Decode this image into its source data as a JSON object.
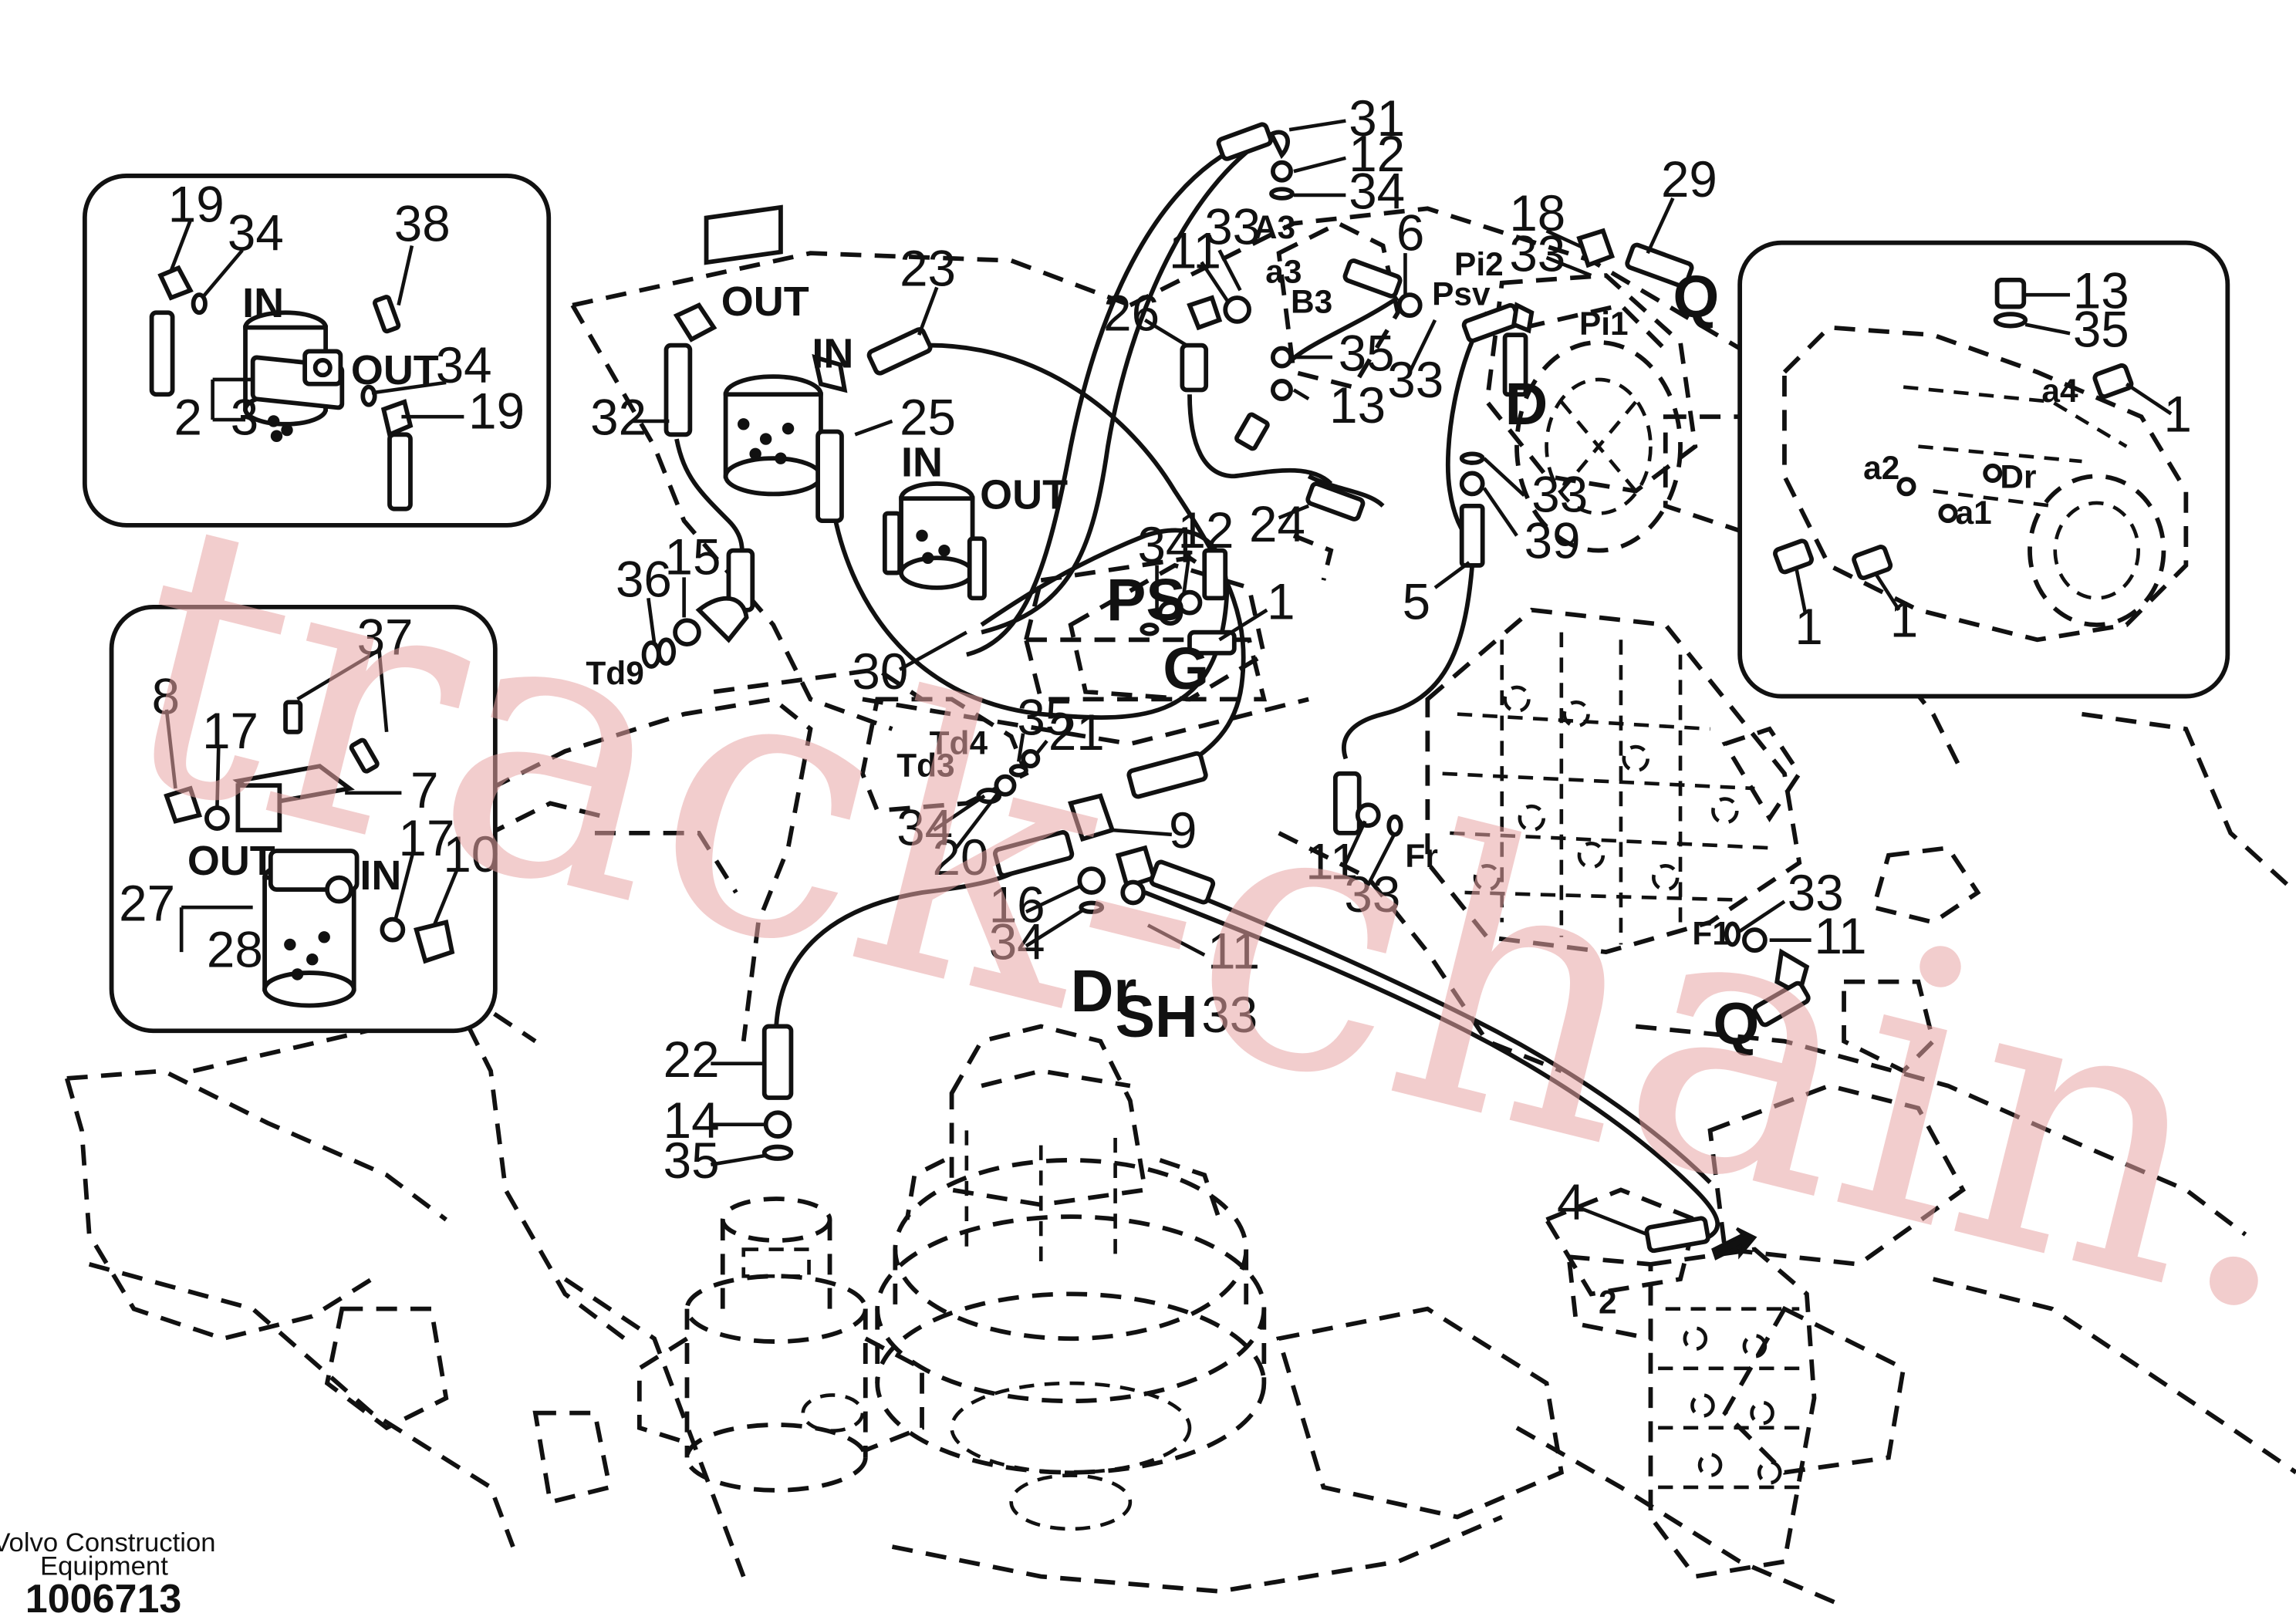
{
  "footer": {
    "company_line1": "Volvo Construction",
    "company_line2": "Equipment",
    "doc_number": "1006713"
  },
  "watermark": "track-chain.com",
  "inset_filter_a": {
    "labels": {
      "in": "IN",
      "out": "OUT"
    },
    "callouts": {
      "n19a": "19",
      "n34a": "34",
      "n38": "38",
      "n34b": "34",
      "n19b": "19",
      "n2": "2",
      "n3": "3"
    }
  },
  "inset_filter_b": {
    "labels": {
      "out": "OUT",
      "in": "IN"
    },
    "callouts": {
      "n37": "37",
      "n8": "8",
      "n17a": "17",
      "n7": "7",
      "n17b": "17",
      "n10": "10",
      "n27": "27",
      "n28": "28"
    }
  },
  "inset_pump": {
    "ports": {
      "a4": "a4",
      "a2": "a2",
      "dr": "Dr",
      "a1": "a1"
    },
    "callouts": {
      "n13": "13",
      "n35": "35",
      "n1a": "1",
      "n1b": "1",
      "n1c": "1"
    }
  },
  "main": {
    "labels": {
      "out": "OUT",
      "in1": "IN",
      "in2": "IN",
      "out2": "OUT",
      "ps": "PS",
      "g": "G",
      "q1": "Q",
      "q2": "Q"
    },
    "ports": {
      "a3": "A3",
      "a3b": "a3",
      "b3": "B3",
      "psv": "Psv",
      "pi2": "Pi2",
      "pi1": "Pi1",
      "d": "D",
      "td4": "Td4",
      "td3": "Td3",
      "td9": "Td9",
      "fr": "Fr",
      "f1": "F1",
      "dr": "Dr",
      "sh": "SH",
      "two": "2"
    },
    "callouts": {
      "n31": "31",
      "n12a": "12",
      "n34a": "34",
      "n33a": "33",
      "n11a": "11",
      "n6": "6",
      "n18": "18",
      "n33b": "33",
      "n29": "29",
      "n23": "23",
      "n26": "26",
      "n35a": "35",
      "n13": "13",
      "n33c": "33",
      "n33d": "33",
      "n39": "39",
      "n32": "32",
      "n25": "25",
      "n24": "24",
      "n34b": "34",
      "n12b": "12",
      "n1": "1",
      "n5": "5",
      "n36": "36",
      "n15": "15",
      "n30": "30",
      "n35b": "35",
      "n21": "21",
      "n34c": "34",
      "n20": "20",
      "n9": "9",
      "n11b": "11",
      "n33e": "33",
      "n16": "16",
      "n34d": "34",
      "n11c": "11",
      "n33f": "33",
      "n33g": "33",
      "n11d": "11",
      "n22": "22",
      "n14": "14",
      "n35c": "35",
      "n4": "4"
    }
  }
}
